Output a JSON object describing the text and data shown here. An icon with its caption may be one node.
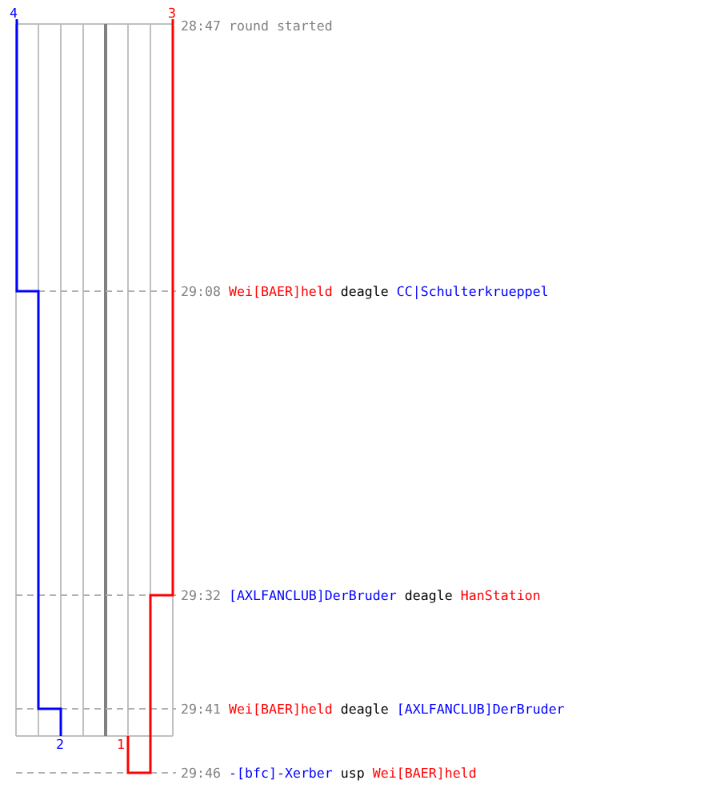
{
  "diagram": {
    "labels": [
      "4",
      "3",
      "28:47 round started",
      "29:08",
      "Wei[BAER]held",
      "deagle",
      "CC|Schulterkrueppel",
      "29:32",
      "[AXLFANCLUB]DerBruder",
      "deagle",
      "HanStation",
      "29:41",
      "Wei[BAER]held",
      "deagle",
      "[AXLFANCLUB]DerBruder",
      "2",
      "1",
      "29:46",
      "-[bfc]-Xerber",
      "usp",
      "Wei[BAER]held"
    ]
  }
}
